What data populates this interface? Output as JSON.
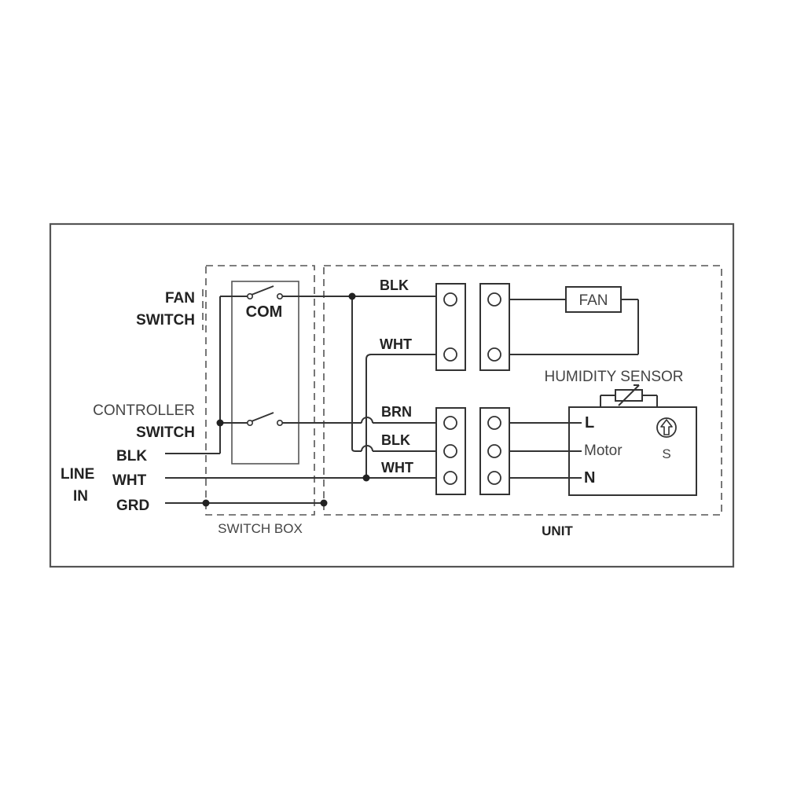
{
  "switch_box": {
    "fan_switch_line1": "FAN",
    "fan_switch_line2": "SWITCH",
    "com_label": "COM",
    "controller_line1": "CONTROLLER",
    "controller_line2": "SWITCH",
    "box_label": "SWITCH BOX"
  },
  "line_in": {
    "label_line1": "LINE",
    "label_line2": "IN",
    "blk": "BLK",
    "wht": "WHT",
    "grd": "GRD"
  },
  "wires": {
    "top_blk": "BLK",
    "top_wht": "WHT",
    "brn": "BRN",
    "mid_blk": "BLK",
    "bottom_wht": "WHT"
  },
  "unit": {
    "fan_label": "FAN",
    "humidity_sensor": "HUMIDITY SENSOR",
    "terminal_l": "L",
    "terminal_motor": "Motor",
    "terminal_n": "N",
    "sensor_s": "S",
    "box_label": "UNIT"
  },
  "colors": {
    "line": "#333333",
    "frame": "#555555",
    "text": "#222222"
  },
  "icons": [
    "switch-contact-icon",
    "terminal-screw-icon",
    "thermistor-icon",
    "sensor-arrow-icon",
    "junction-dot-icon"
  ]
}
